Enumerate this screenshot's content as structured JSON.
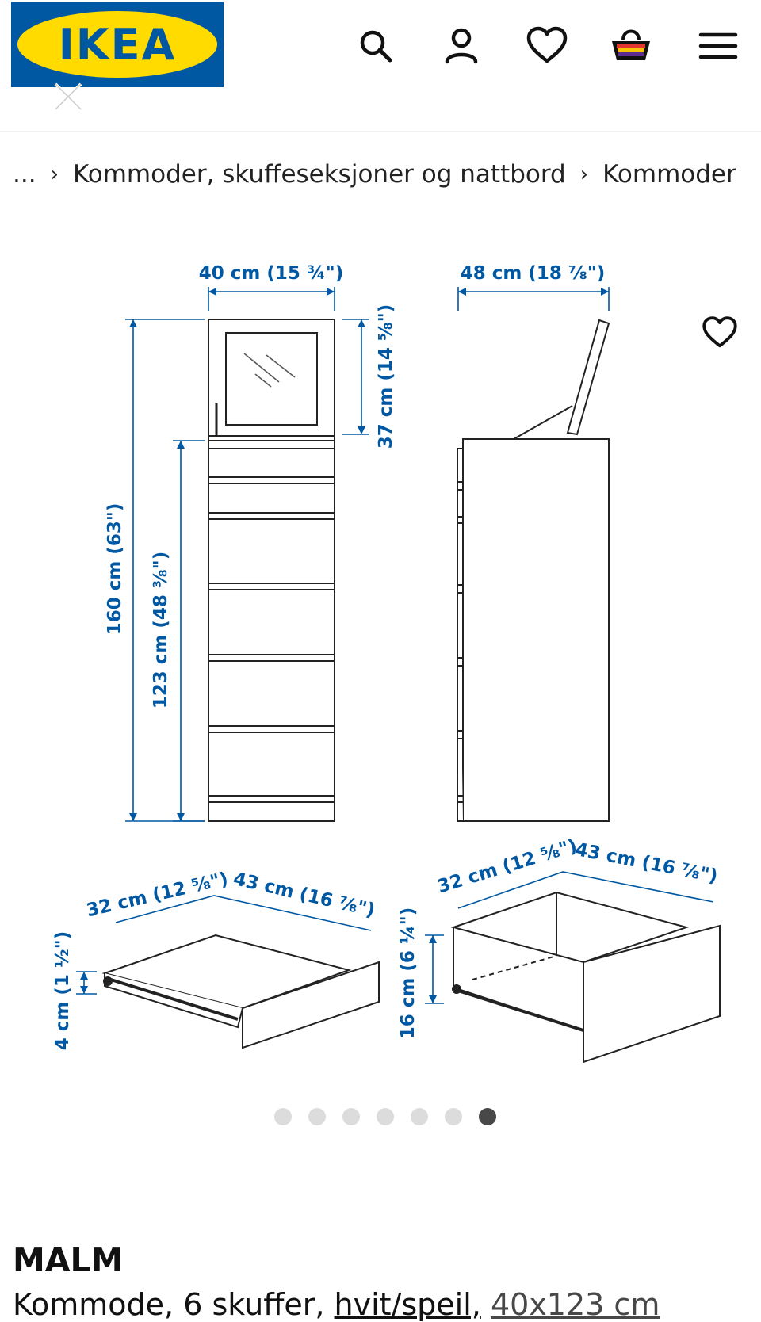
{
  "header": {
    "logo_text": "IKEA",
    "icons": [
      "search-icon",
      "user-icon",
      "heart-icon",
      "basket-icon",
      "menu-icon"
    ]
  },
  "breadcrumb": {
    "ellipsis": "...",
    "items": [
      "Kommoder, skuffeseksjoner og nattbord",
      "Kommoder"
    ]
  },
  "dimensions": {
    "front_width": "40 cm (15 ¾\")",
    "side_depth": "48 cm (18 ⅞\")",
    "total_height": "160 cm (63\")",
    "body_height": "123 cm (48 ⅜\")",
    "mirror_height": "37 cm (14 ⅝\")",
    "small_drawer_width": "32 cm (12 ⅝\")",
    "small_drawer_depth": "43 cm (16 ⅞\")",
    "small_drawer_height": "4 cm (1 ½\")",
    "large_drawer_width": "32 cm (12 ⅝\")",
    "large_drawer_depth": "43 cm (16 ⅞\")",
    "large_drawer_height": "16 cm (6 ¼\")"
  },
  "carousel": {
    "count": 7,
    "active_index": 6
  },
  "product": {
    "name": "MALM",
    "description": "Kommode, 6 skuffer,",
    "variant": "hvit/speil,",
    "size": "40x123 cm"
  },
  "colors": {
    "brand_blue": "#0058a3",
    "brand_yellow": "#ffdb00",
    "dimension_blue": "#0058a3"
  }
}
